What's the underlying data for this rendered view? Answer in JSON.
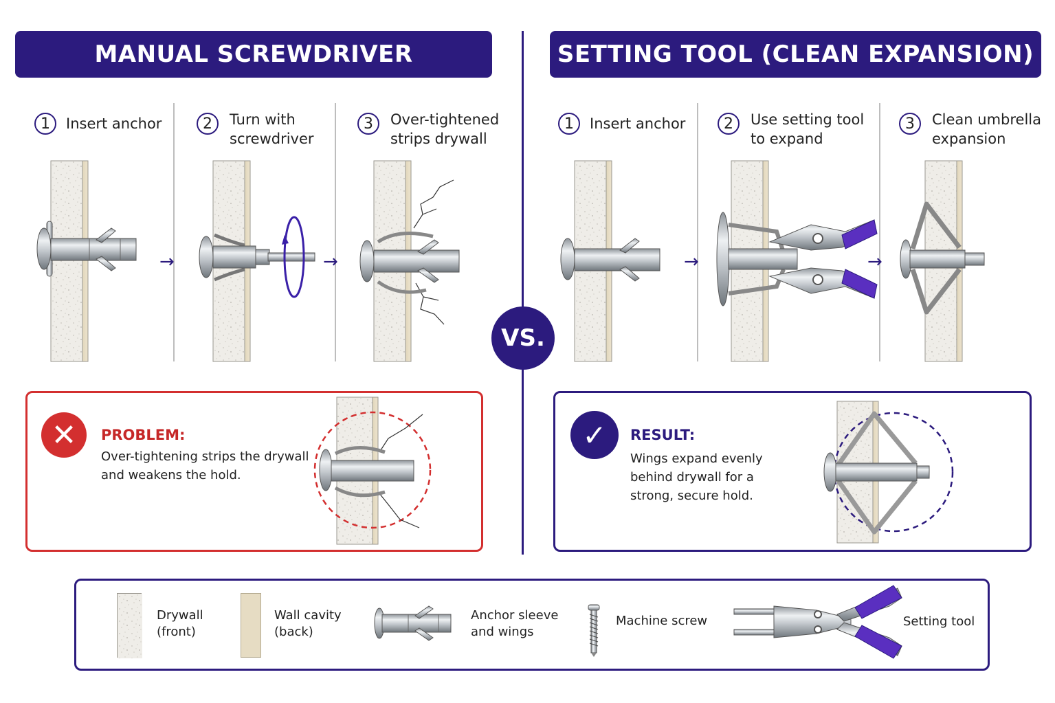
{
  "left_header": "MANUAL SCREWDRIVER",
  "right_header": "SETTING TOOL (CLEAN EXPANSION)",
  "vs_label": "VS.",
  "left_steps": [
    {
      "num": "1",
      "lines": [
        "Insert anchor"
      ]
    },
    {
      "num": "2",
      "lines": [
        "Turn with",
        "screwdriver"
      ]
    },
    {
      "num": "3",
      "lines": [
        "Over-tightened",
        "strips drywall"
      ]
    }
  ],
  "right_steps": [
    {
      "num": "1",
      "lines": [
        "Insert anchor"
      ]
    },
    {
      "num": "2",
      "lines": [
        "Use setting tool",
        "to expand"
      ]
    },
    {
      "num": "3",
      "lines": [
        "Clean umbrella",
        "expansion"
      ]
    }
  ],
  "problem": {
    "title": "PROBLEM:",
    "lines": [
      "Over-tightening strips the drywall",
      "and weakens the hold."
    ]
  },
  "result": {
    "title": "RESULT:",
    "lines": [
      "Wings expand evenly",
      "behind drywall for a",
      "strong, secure hold."
    ]
  },
  "legend": {
    "drywall": [
      "Drywall",
      "(front)"
    ],
    "cavity": [
      "Wall cavity",
      "(back)"
    ],
    "anchor": [
      "Anchor sleeve",
      "and wings"
    ],
    "screw": [
      "Machine screw"
    ],
    "tool": [
      "Setting tool"
    ]
  },
  "colors": {
    "accent": "#2c1b7e",
    "handle": "#5a2fc0",
    "problem_red": "#d32f2f",
    "drywall": "#efede8",
    "cavity": "#e6dcc3"
  }
}
